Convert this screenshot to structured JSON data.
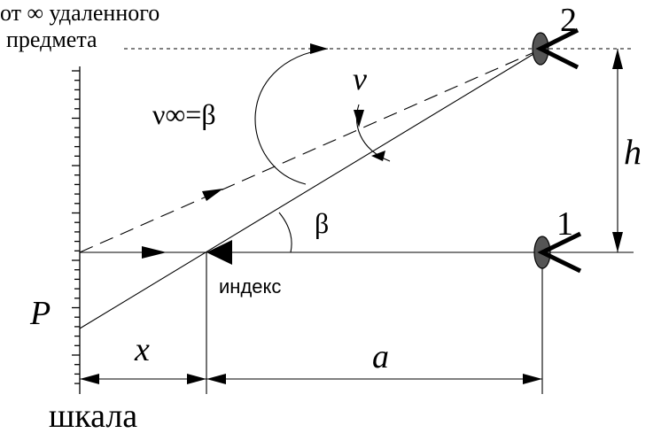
{
  "labels": {
    "source_line1": "от ∞ удаленного",
    "source_line2": "предмета",
    "nu_inf_eq_beta": "ν∞=β",
    "nu": "ν",
    "beta": "β",
    "eye_2": "2",
    "eye_1": "1",
    "h": "h",
    "index": "индекс",
    "P": "P",
    "x": "x",
    "a": "a",
    "scale": "шкала"
  },
  "colors": {
    "stroke": "#000000",
    "eye_fill": "#555555",
    "background": "#ffffff"
  }
}
